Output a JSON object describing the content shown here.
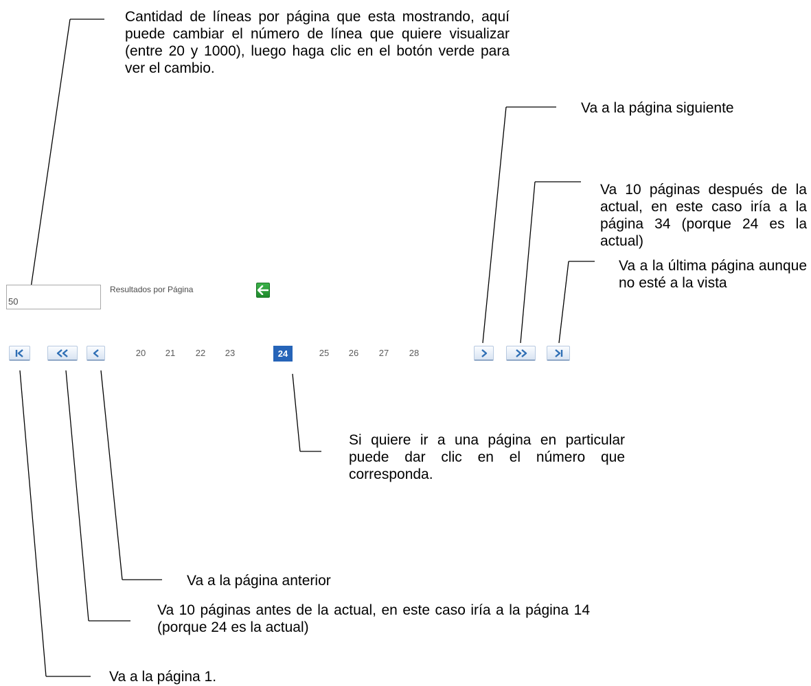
{
  "annotations": {
    "lines_per_page": "Cantidad de líneas por página que esta mostrando, aquí puede cambiar el número de línea que quiere visualizar (entre 20 y 1000), luego haga clic en el botón verde para ver el cambio.",
    "next_page": "Va a la página siguiente",
    "forward_ten": "Va 10 páginas después de la actual, en este caso iría a la página 34 (porque 24 es la actual)",
    "last_page": "Va a la última página aunque no esté a la vista",
    "specific_page": "Si quiere ir a una página en particular puede dar clic en el número que corresponda.",
    "previous_page": "Va a la página anterior",
    "back_ten": "Va 10 páginas antes de la actual, en este caso iría a la página 14 (porque 24 es la actual)",
    "first_page": "Va a la página 1."
  },
  "results_per_page": {
    "value": "50",
    "label": "Resultados por Página"
  },
  "pager": {
    "pages": [
      "20",
      "21",
      "22",
      "23",
      "24",
      "25",
      "26",
      "27",
      "28"
    ],
    "current": "24"
  },
  "colors": {
    "go_button": "#2a9c38",
    "active_page": "#2664b8",
    "pager_button": "#d9e4f2",
    "pager_glyph": "#2f6fb5"
  },
  "icons": {
    "go": "arrow-left-icon",
    "first": "first-page-icon",
    "back_ten": "double-chevron-left-icon",
    "prev": "chevron-left-icon",
    "next": "chevron-right-icon",
    "forward_ten": "double-chevron-right-icon",
    "last": "last-page-icon"
  }
}
